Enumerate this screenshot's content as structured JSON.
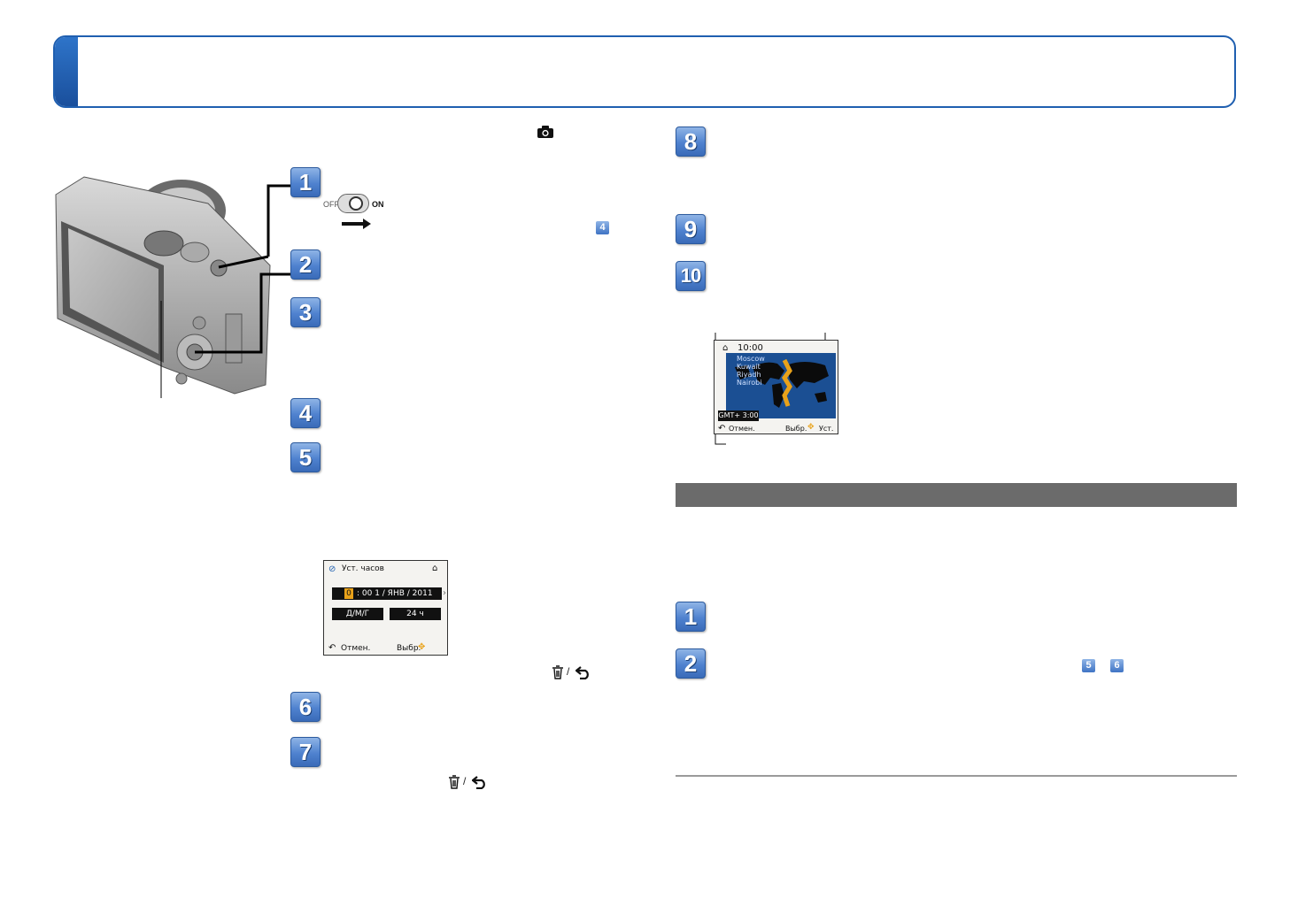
{
  "header": {
    "title": ""
  },
  "camera_icon": "camera-icon",
  "power": {
    "off_label": "OFF",
    "on_label": "ON"
  },
  "page_refs": {
    "ref_4": "4",
    "ref_5": "5",
    "ref_6": "6"
  },
  "steps_left": [
    "1",
    "2",
    "3",
    "4",
    "5",
    "6",
    "7"
  ],
  "steps_right": [
    "8",
    "9",
    "10"
  ],
  "steps_section2": [
    "1",
    "2"
  ],
  "clock_screen": {
    "title": "Уст. часов",
    "hour": "0",
    "datetime": ": 00    1 / ЯНВ  / 2011",
    "format": "Д/М/Г",
    "hours": "24 ч",
    "cancel": "Отмен.",
    "select": "Выбр."
  },
  "world_screen": {
    "time": "10:00",
    "cities": [
      "Moscow",
      "Kuwait",
      "Riyadh",
      "Nairobi"
    ],
    "gmt": "GMT+ 3:00",
    "cancel": "Отмен.",
    "select": "Выбр.",
    "set": "Уст."
  },
  "colors": {
    "accent": "#1f5fb0",
    "band": "#6b6b6b"
  }
}
